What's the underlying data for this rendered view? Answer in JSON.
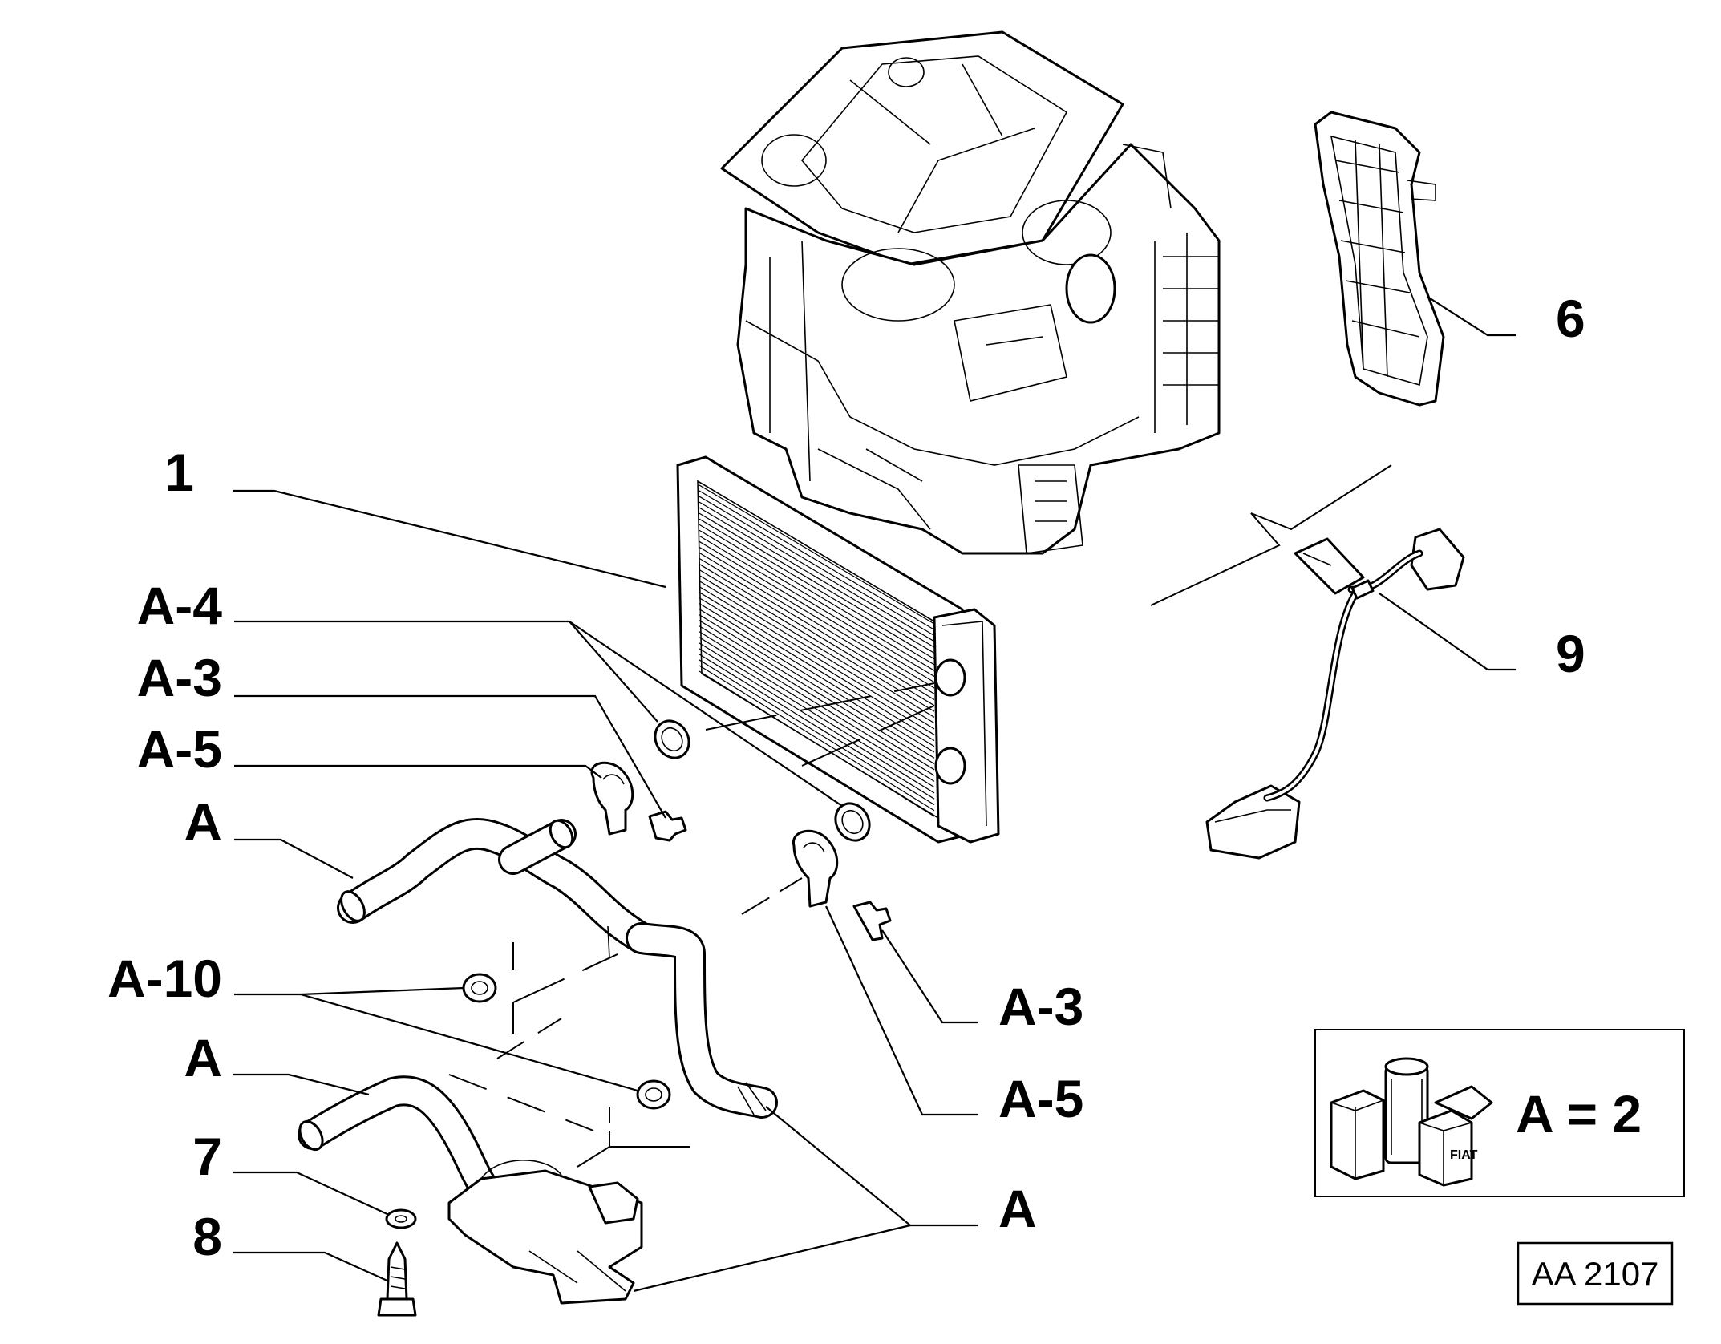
{
  "callouts": {
    "part_1": "1",
    "part_6": "6",
    "part_9": "9",
    "part_7": "7",
    "part_8": "8",
    "a4": "A-4",
    "a3_left": "A-3",
    "a5_left": "A-5",
    "a_upper": "A",
    "a10": "A-10",
    "a_lower": "A",
    "a3_right": "A-3",
    "a5_right": "A-5",
    "a_right": "A"
  },
  "legend_box": {
    "text": "A = 2",
    "logo_text": "FIAT"
  },
  "reference": "AA 2107",
  "icons": [
    "heater-assembly-icon",
    "heater-matrix-icon",
    "cover-panel-icon",
    "wiring-harness-icon",
    "hose-icon",
    "clip-icon",
    "screw-icon",
    "washer-icon",
    "bolt-icon",
    "valve-icon",
    "oring-icon",
    "fiat-kit-icon"
  ]
}
